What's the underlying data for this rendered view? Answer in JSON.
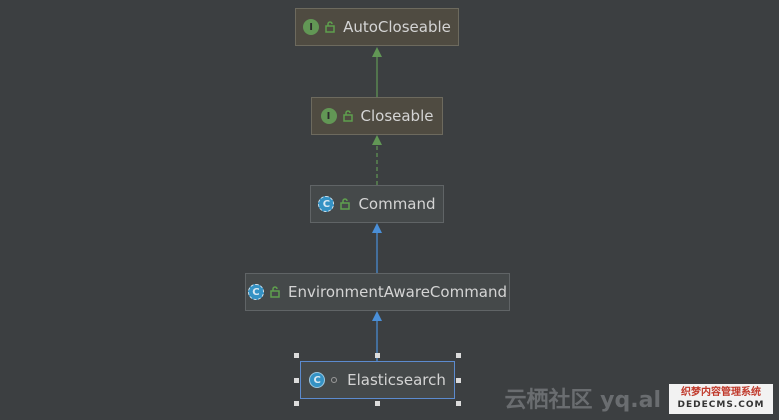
{
  "diagram": {
    "nodes": [
      {
        "id": "autocloseable",
        "label": "AutoCloseable",
        "kind": "interface",
        "badge": "I"
      },
      {
        "id": "closeable",
        "label": "Closeable",
        "kind": "interface",
        "badge": "I"
      },
      {
        "id": "command",
        "label": "Command",
        "kind": "abstract-class",
        "badge": "C"
      },
      {
        "id": "environmentawarecommand",
        "label": "EnvironmentAwareCommand",
        "kind": "abstract-class",
        "badge": "C"
      },
      {
        "id": "elasticsearch",
        "label": "Elasticsearch",
        "kind": "class",
        "badge": "C",
        "selected": true
      }
    ],
    "edges": [
      {
        "from": "closeable",
        "to": "autocloseable",
        "style": "solid",
        "color": "#629755"
      },
      {
        "from": "command",
        "to": "closeable",
        "style": "dashed",
        "color": "#629755"
      },
      {
        "from": "environmentawarecommand",
        "to": "command",
        "style": "solid",
        "color": "#4a8fd8"
      },
      {
        "from": "elasticsearch",
        "to": "environmentawarecommand",
        "style": "solid",
        "color": "#4a8fd8"
      }
    ]
  },
  "colors": {
    "background": "#3c3f41",
    "interface_badge": "#629755",
    "class_badge": "#3592c4",
    "selection_border": "#5c8bcf"
  },
  "watermark": {
    "text": "云栖社区 yq.al",
    "badge_line1": "织梦内容管理系统",
    "badge_line2": "DEDECMS.COM"
  }
}
